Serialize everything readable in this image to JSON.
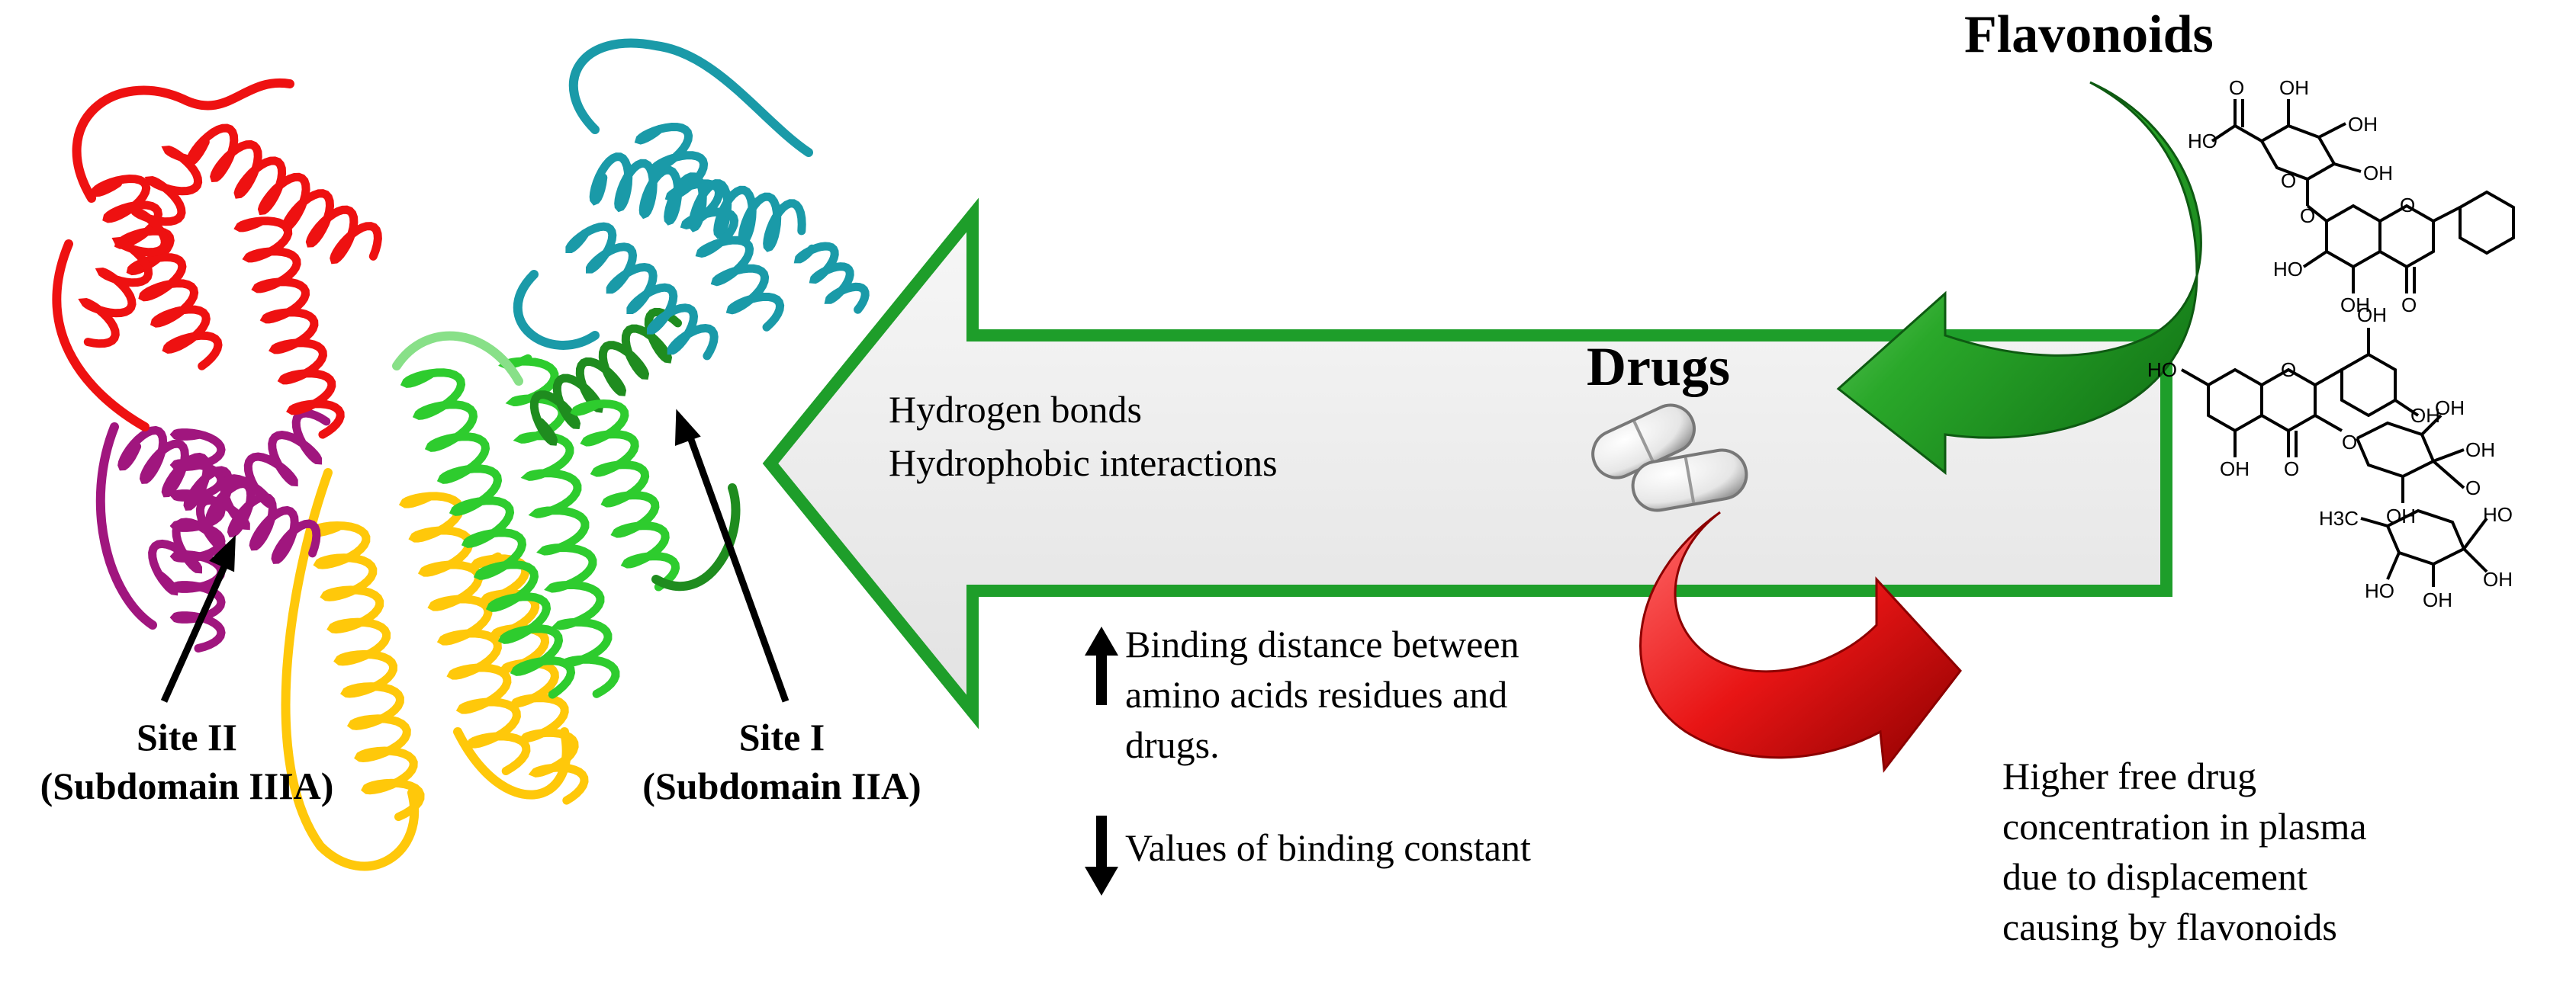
{
  "title": "Flavonoids",
  "drugs_label": "Drugs",
  "interactions": {
    "line1": "Hydrogen bonds",
    "line2": "Hydrophobic interactions"
  },
  "site_one": {
    "line1": "Site I",
    "line2": "(Subdomain IIA)"
  },
  "site_two": {
    "line1": "Site II",
    "line2": "(Subdomain IIIA)"
  },
  "effects": {
    "increase": {
      "line1": "Binding distance between",
      "line2": "amino acids residues and",
      "line3": "drugs."
    },
    "decrease": "Values of binding constant"
  },
  "outcome": {
    "line1": "Higher free drug",
    "line2": "concentration in plasma",
    "line3": "due to displacement",
    "line4": "causing by flavonoids"
  },
  "molecule_one": {
    "carboxyl": "HO",
    "carbonyl": "O",
    "oh1": "OH",
    "oh2": "OH",
    "oh3": "OH",
    "ring_o": "O",
    "link_o": "O",
    "ho_a": "HO",
    "oh_b": "OH",
    "keto": "O"
  },
  "molecule_two": {
    "oh_top": "OH",
    "oh_mid": "OH",
    "ho_left": "HO",
    "ring_o": "O",
    "link_o": "O",
    "oh_a": "OH",
    "oh_b": "OH",
    "oh_c": "OH",
    "keto": "O",
    "oh_d": "OH",
    "sugar_o": "O",
    "methyl": "H3C",
    "oh_e": "HO",
    "oh_f": "OH",
    "oh_g": "HO",
    "oh_h": "OH"
  },
  "colors": {
    "red_helix": "#ee1111",
    "cyan_helix": "#1a9aa8",
    "purple_helix": "#a0167e",
    "yellow_helix": "#ffc80a",
    "green_helix": "#2ecc2e",
    "dark_green": "#1f8c1f",
    "arrow_border": "#1e9e2a",
    "arrow_fill": "#ececec",
    "red_arrow": "#e81515"
  }
}
